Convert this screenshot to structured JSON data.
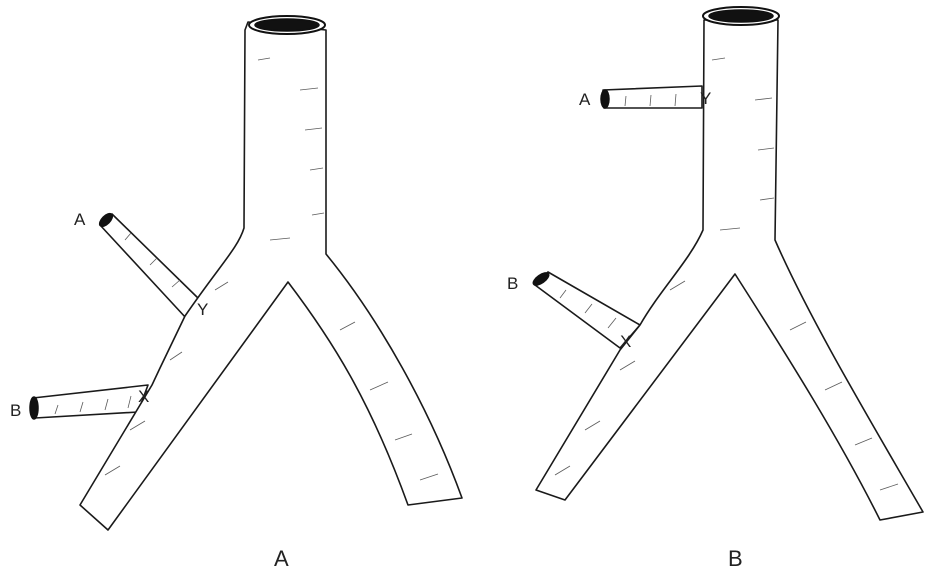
{
  "figures": [
    {
      "caption": "A",
      "branch_labels": {
        "a": "A",
        "b": "B"
      },
      "junction_labels": {
        "y": "Y",
        "x": "X"
      }
    },
    {
      "caption": "B",
      "branch_labels": {
        "a": "A",
        "b": "B"
      },
      "junction_labels": {
        "y": "Y",
        "x": "X"
      }
    }
  ],
  "colors": {
    "ink": "#1a1a1a",
    "shading": "#5a5a5a",
    "lumen": "#111111",
    "background": "#ffffff"
  }
}
